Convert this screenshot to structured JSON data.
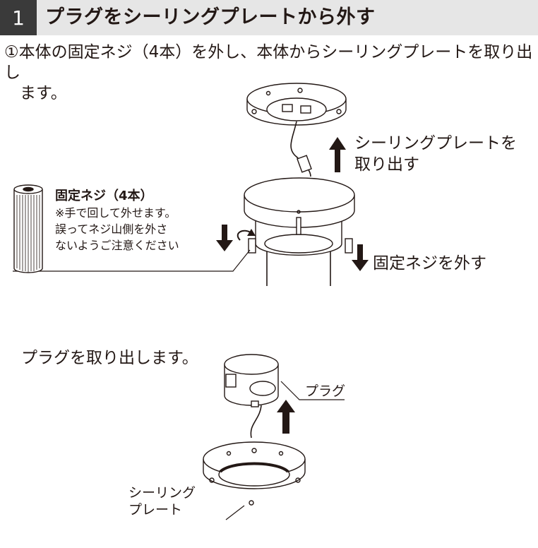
{
  "header": {
    "step_number": "1",
    "title": "プラグをシーリングプレートから外す"
  },
  "instruction": {
    "line1": "①本体の固定ネジ（4本）を外し、本体からシーリングプレートを取り出し",
    "line2": "ます。"
  },
  "labels": {
    "remove_plate_1": "シーリングプレートを",
    "remove_plate_2": "取り出す",
    "screw_title": "固定ネジ（4本）",
    "screw_note_1": "※手で回して外せます。",
    "screw_note_2": "誤ってネジ山側を外さ",
    "screw_note_3": "ないようご注意ください",
    "remove_screw": "固定ネジを外す",
    "take_out_plug": "プラグを取り出します。",
    "plug": "プラグ",
    "ceiling_plate_1": "シーリング",
    "ceiling_plate_2": "プレート"
  },
  "colors": {
    "header_bg": "#e6e6e6",
    "step_box": "#3a3a3a",
    "line": "#231815"
  }
}
